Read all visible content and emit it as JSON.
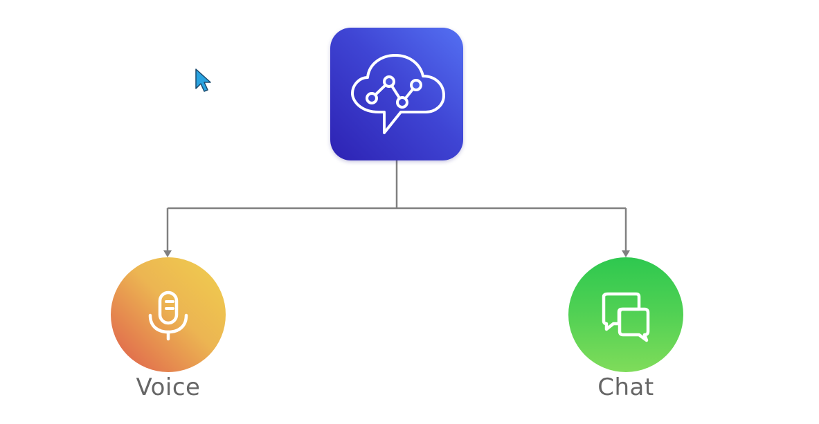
{
  "diagram": {
    "nodes": {
      "root": {
        "icon": "cloud-chat-analytics-icon",
        "color": "#3f45d4"
      },
      "voice": {
        "label": "Voice",
        "icon": "microphone-icon",
        "color": "#ecb552"
      },
      "chat": {
        "label": "Chat",
        "icon": "chat-bubbles-icon",
        "color": "#3fcc52"
      }
    },
    "edges": [
      {
        "from": "root",
        "to": "voice"
      },
      {
        "from": "root",
        "to": "chat"
      }
    ],
    "connector_color": "#808080"
  },
  "cursor": {
    "icon": "mouse-pointer-icon",
    "color": "#29a3e0"
  }
}
